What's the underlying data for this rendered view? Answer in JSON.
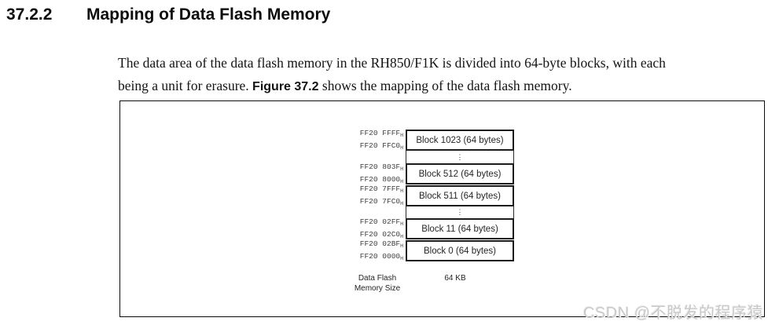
{
  "content": {
    "section_number": "37.2.2",
    "section_title": "Mapping of Data Flash Memory",
    "para_line1": "The data area of the data flash memory in the RH850/F1K is divided into 64-byte blocks, with each",
    "para_line2_before": "being a unit for erasure. ",
    "para_line2_figure_ref": "Figure 37.2",
    "para_line2_after": " shows the mapping of the data flash memory."
  },
  "figure": {
    "addr_subscript": "H",
    "ellipsis": "⋮",
    "blocks": [
      {
        "addr_top": "FF20 FFFF",
        "addr_bottom": "FF20 FFC0",
        "label": "Block 1023 (64 bytes)"
      },
      {
        "addr_top": "FF20 803F",
        "addr_bottom": "FF20 8000",
        "label": "Block 512 (64 bytes)"
      },
      {
        "addr_top": "FF20 7FFF",
        "addr_bottom": "FF20 7FC0",
        "label": "Block 511 (64 bytes)"
      },
      {
        "addr_top": "FF20 02FF",
        "addr_bottom": "FF20 02C0",
        "label": "Block 11 (64 bytes)"
      },
      {
        "addr_top": "FF20 02BF",
        "addr_bottom": "FF20 0000",
        "label": "Block 0 (64 bytes)"
      }
    ],
    "size_label_line1": "Data Flash",
    "size_label_line2": "Memory Size",
    "size_value": "64 KB"
  },
  "watermark": {
    "text": "CSDN @不脱发的程序猿",
    "color": "#c9c9c9"
  }
}
